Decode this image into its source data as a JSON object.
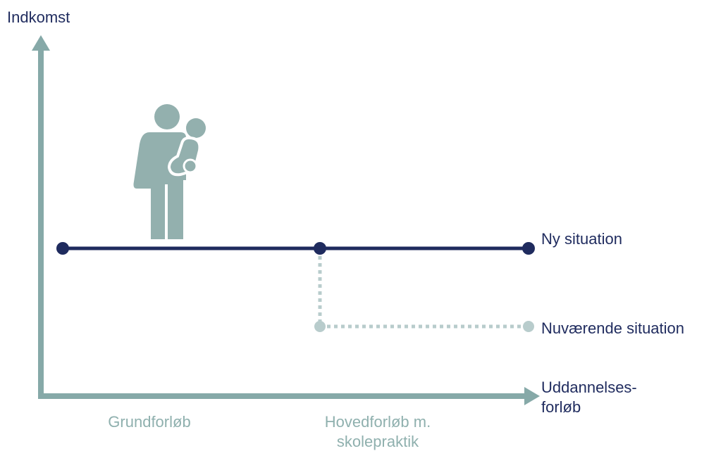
{
  "axes": {
    "y_label": "Indkomst",
    "x_label_line1": "Uddannelses-",
    "x_label_line2": "forløb"
  },
  "phases": {
    "phase1": "Grundforløb",
    "phase2_line1": "Hovedforløb m.",
    "phase2_line2": "skolepraktik"
  },
  "series": {
    "new_situation": "Ny situation",
    "current_situation": "Nuværende situation"
  },
  "figure": {
    "icon": "parent-with-child-icon"
  },
  "colors": {
    "axis": "#86a9a8",
    "new_situation": "#1f2b5e",
    "current_situation": "#b8cccc",
    "phase_text": "#8fb0ae",
    "axis_text": "#1f2b5e"
  }
}
